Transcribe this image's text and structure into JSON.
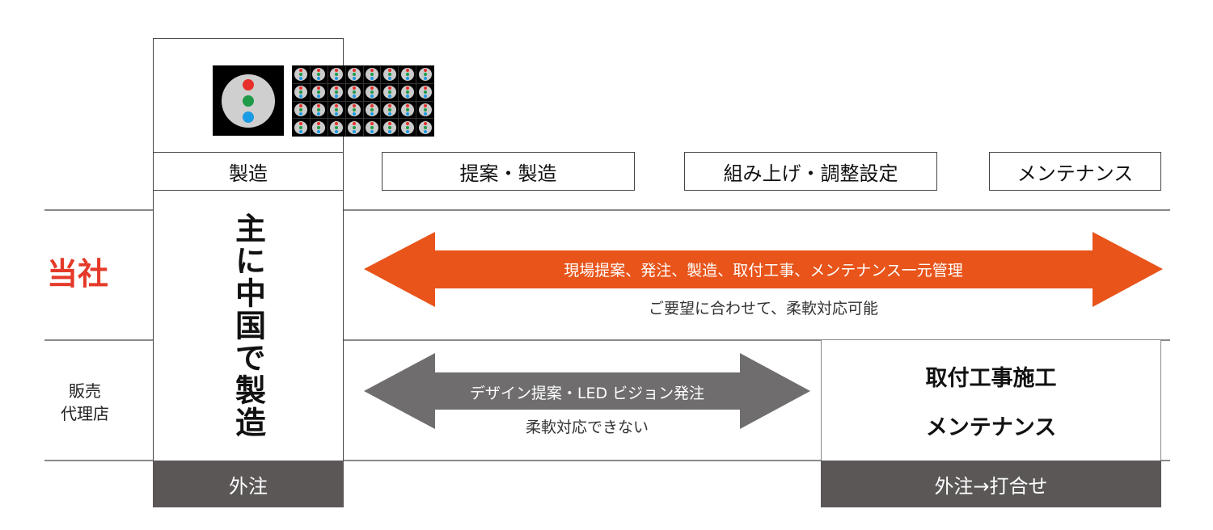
{
  "columns": {
    "left_label": "製造",
    "col2": "提案・製造",
    "col3": "組み上げ・調整設定",
    "col4": "メンテナンス"
  },
  "rows": {
    "company": "当社",
    "dealer_line1": "販売",
    "dealer_line2": "代理店"
  },
  "left_column": {
    "vertical_text": "主に中国で製造",
    "footer": "外注"
  },
  "company_arrow": {
    "label": "現場提案、発注、製造、取付工事、メンテナンス一元管理",
    "caption": "ご要望に合わせて、柔軟対応可能",
    "color": "#e8541a"
  },
  "dealer_arrow": {
    "label": "デザイン提案・LED ビジョン発注",
    "caption": "柔軟対応できない",
    "color": "#6f6d6e"
  },
  "dealer_box": {
    "line1": "取付工事施工",
    "line2": "メンテナンス",
    "footer": "外注→打合せ"
  },
  "colors": {
    "company_label": "#e53a2a",
    "dark_footer": "#5b5757"
  }
}
